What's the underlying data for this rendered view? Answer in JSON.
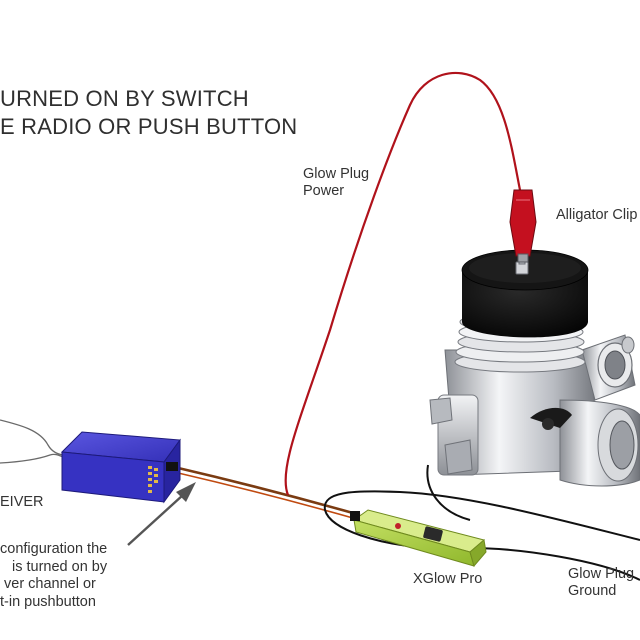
{
  "title": {
    "line1": "URNED ON BY SWITCH",
    "line2": "E RADIO OR PUSH BUTTON"
  },
  "labels": {
    "glow_plug_power": [
      "Glow Plug",
      "Power"
    ],
    "alligator_clip": "Alligator Clip",
    "receiver": "EIVER",
    "xglow_pro": "XGlow Pro",
    "glow_plug_ground": [
      "Glow Plug",
      "Ground"
    ]
  },
  "note_lines": [
    "configuration the",
    "is turned on by",
    "ver channel or",
    "t-in pushbutton"
  ],
  "colors": {
    "red_wire": "#b0121b",
    "black_wire": "#111111",
    "receiver_body": "#3a36c4",
    "xglow_body": "#a8cc3a",
    "engine_head": "#0a0a0a",
    "engine_metal": "#c9cbcf"
  }
}
